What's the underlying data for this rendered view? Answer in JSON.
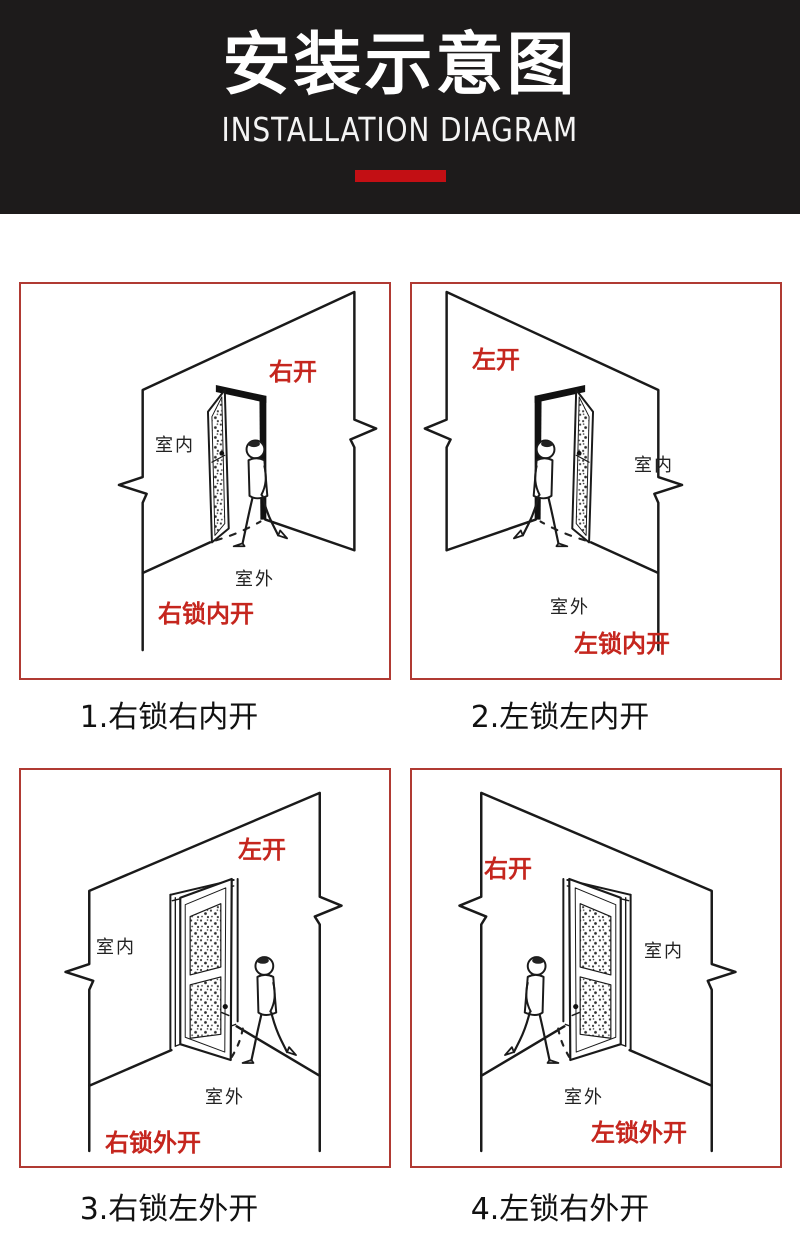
{
  "header": {
    "title": "安装示意图",
    "subtitle": "INSTALLATION DIAGRAM",
    "bg_color": "#1d1b1b",
    "accent_bar_color": "#c30f14"
  },
  "colors": {
    "red_label": "#c5261e",
    "panel_border": "#b03a33",
    "sketch_line": "#1a1a1a",
    "caption_text": "#111111"
  },
  "panels": [
    {
      "open_label": "右开",
      "inside_label": "室内",
      "outside_label": "室外",
      "lock_label": "右锁内开",
      "caption": "1.右锁右内开",
      "door_style": "inward",
      "mirrored": false
    },
    {
      "open_label": "左开",
      "inside_label": "室内",
      "outside_label": "室外",
      "lock_label": "左锁内开",
      "caption": "2.左锁左内开",
      "door_style": "inward",
      "mirrored": true
    },
    {
      "open_label": "左开",
      "inside_label": "室内",
      "outside_label": "室外",
      "lock_label": "右锁外开",
      "caption": "3.右锁左外开",
      "door_style": "outward",
      "mirrored": false
    },
    {
      "open_label": "右开",
      "inside_label": "室内",
      "outside_label": "室外",
      "lock_label": "左锁外开",
      "caption": "4.左锁右外开",
      "door_style": "outward",
      "mirrored": true
    }
  ]
}
